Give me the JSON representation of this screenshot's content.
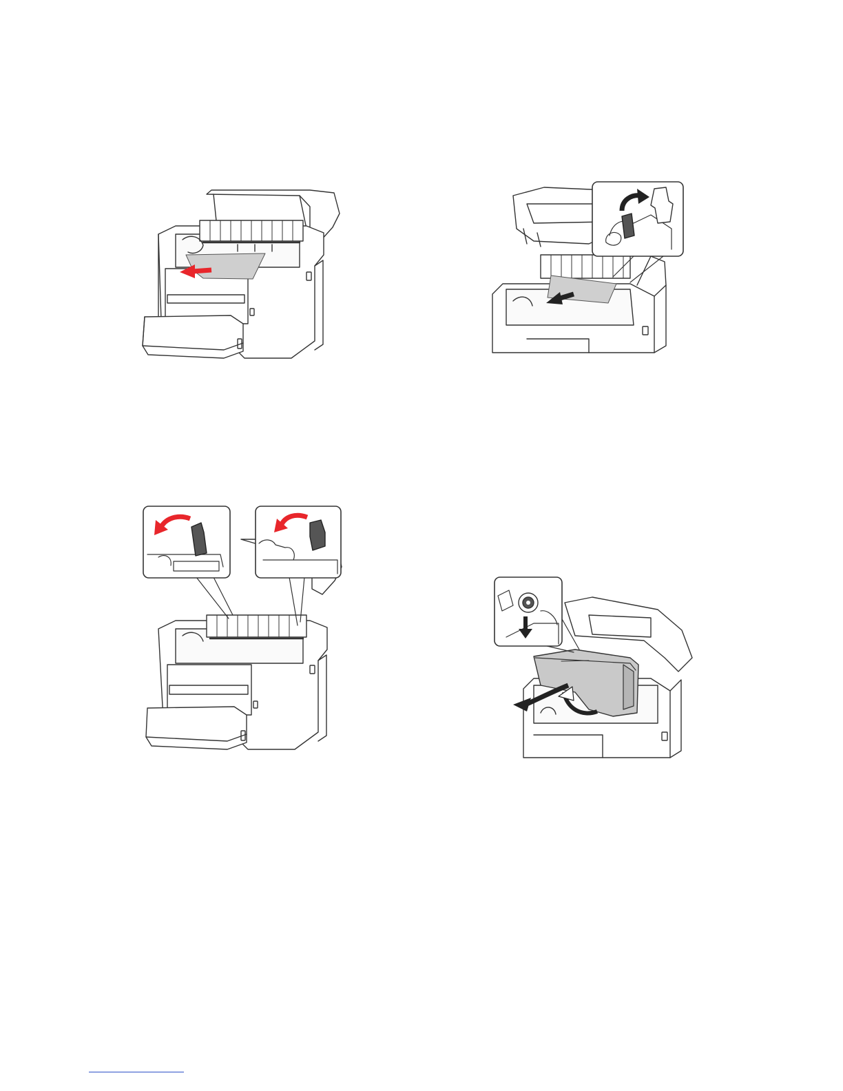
{
  "page": {
    "figures": [
      {
        "id": "step-remove-jammed-paper",
        "arrow_color": "#e8262b",
        "paper_color": "#cfcfcf"
      },
      {
        "id": "step-lift-fuser-lever-remove-paper",
        "arrow_color": "#222222",
        "paper_color": "#cfcfcf"
      },
      {
        "id": "step-return-fuser-levers",
        "arrow_color": "#e8262b"
      },
      {
        "id": "step-reinstall-imaging-unit",
        "arrow_color": "#222222",
        "unit_color": "#c9c9c9"
      }
    ],
    "footer": {
      "rule_color": "#2b4fc7"
    }
  }
}
